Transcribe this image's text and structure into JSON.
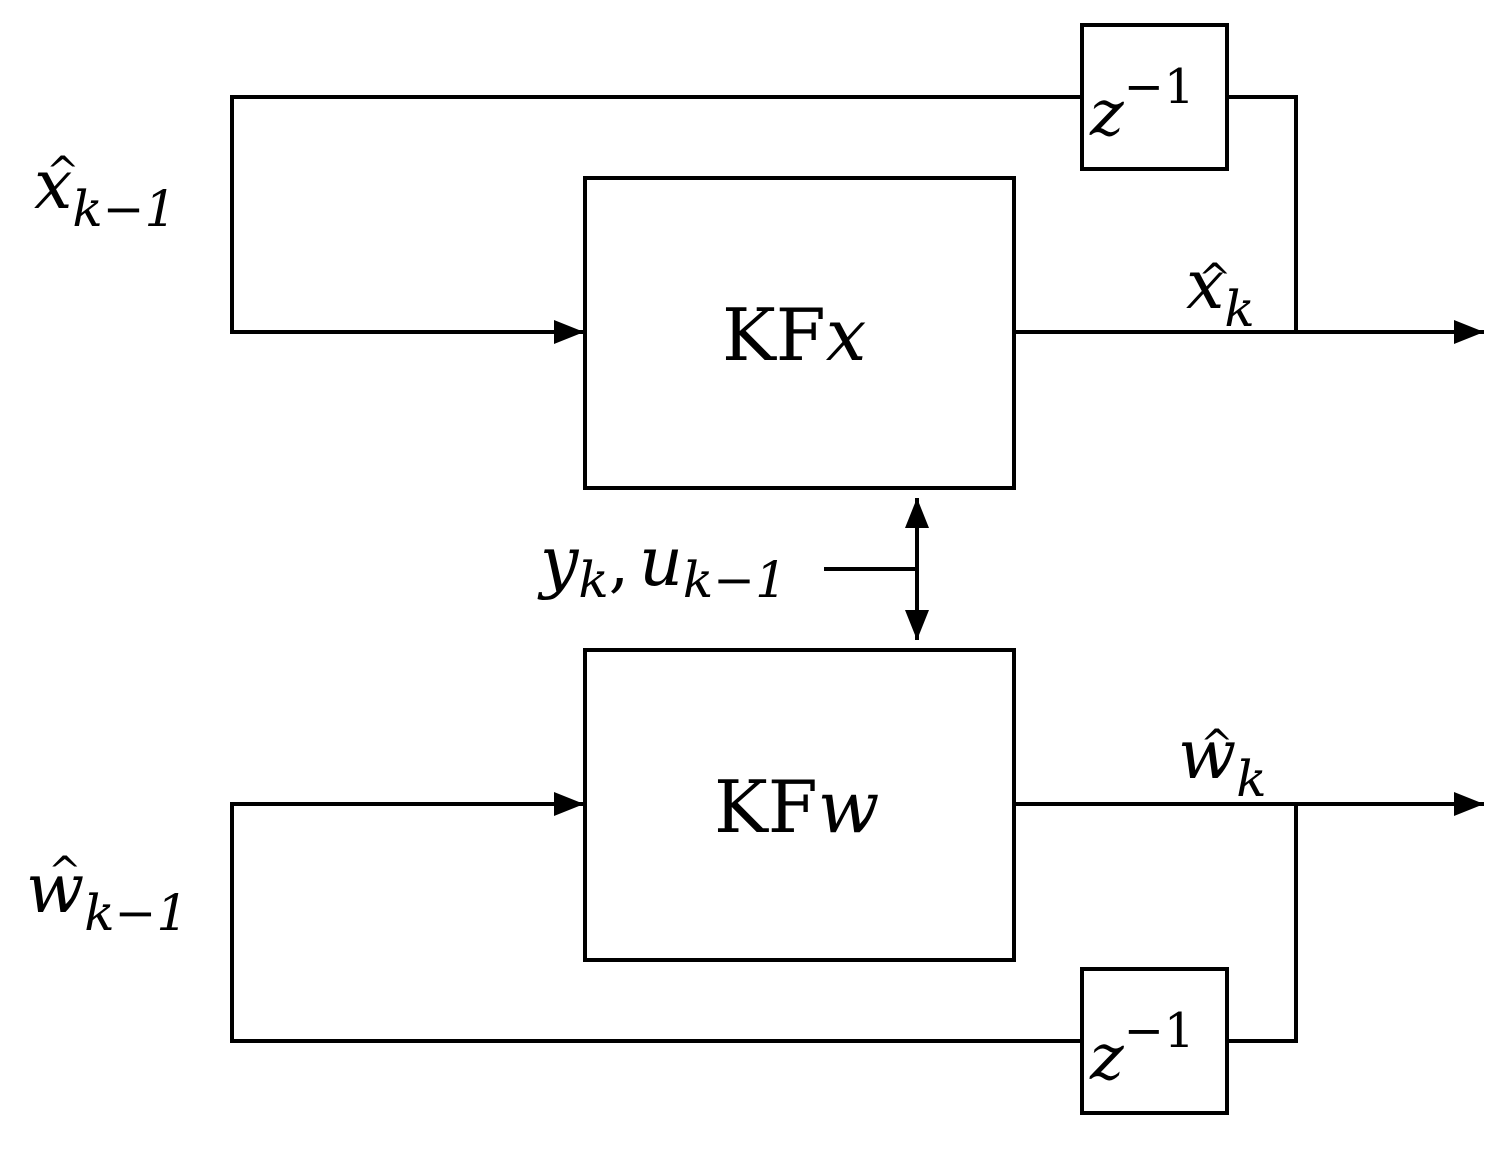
{
  "blocks": {
    "kfx": {
      "prefix": "KF",
      "var": "x"
    },
    "kfw": {
      "prefix": "KF",
      "var": "w"
    },
    "delay_top": {
      "base": "z",
      "exp": "−1"
    },
    "delay_bottom": {
      "base": "z",
      "exp": "−1"
    }
  },
  "signals": {
    "x_prev": {
      "hat": "^",
      "var": "x",
      "sub": "k−1"
    },
    "x_now": {
      "hat": "^",
      "var": "x",
      "sub": "k"
    },
    "w_prev": {
      "hat": "^",
      "var": "w",
      "sub": "k−1"
    },
    "w_now": {
      "hat": "^",
      "var": "w",
      "sub": "k"
    },
    "measurement": {
      "y": "y",
      "y_sub": "k",
      "sep": ",",
      "u": "u",
      "u_sub": "k−1"
    }
  }
}
